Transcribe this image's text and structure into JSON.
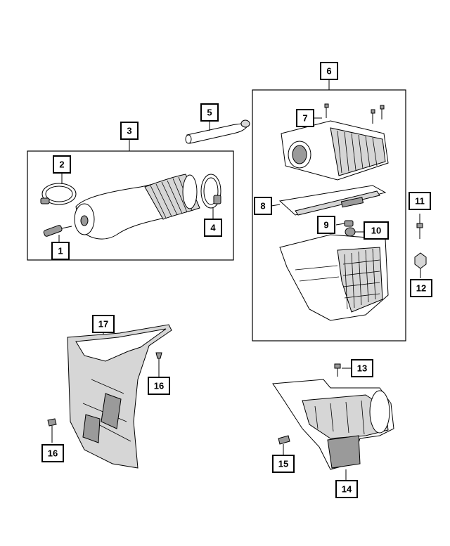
{
  "callouts": {
    "c1": "1",
    "c2": "2",
    "c3": "3",
    "c4": "4",
    "c5": "5",
    "c6": "6",
    "c7": "7",
    "c8": "8",
    "c9": "9",
    "c10": "10",
    "c11": "11",
    "c12": "12",
    "c13": "13",
    "c14": "14",
    "c15": "15",
    "c16a": "16",
    "c16b": "16",
    "c17": "17"
  },
  "style": {
    "line_color": "#000000",
    "part_fill": "#ffffff",
    "shade_fill": "#d6d6d6",
    "dark_fill": "#9a9a9a"
  }
}
